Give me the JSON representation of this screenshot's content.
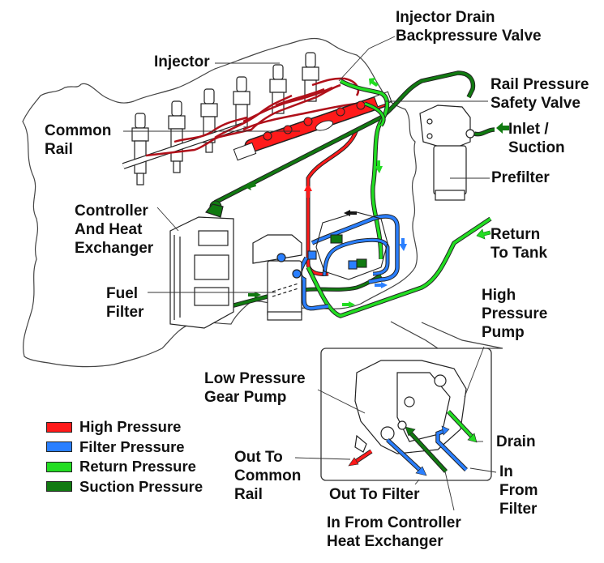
{
  "title": "Common Rail Fuel System",
  "colors": {
    "high_pressure": "#ff1a1a",
    "filter_pressure": "#2a7fff",
    "return_pressure": "#22dd22",
    "suction_pressure": "#117a11",
    "outline": "#222222"
  },
  "labels": {
    "injector": "Injector",
    "injector_drain_valve": "Injector Drain\nBackpressure Valve",
    "common_rail": "Common\nRail",
    "rail_pressure_safety_valve": "Rail Pressure\nSafety Valve",
    "inlet_suction": "Inlet /\nSuction",
    "prefilter": "Prefilter",
    "controller_heat_exchanger": "Controller\nAnd Heat\nExchanger",
    "return_to_tank": "Return\nTo Tank",
    "fuel_filter": "Fuel\nFilter",
    "high_pressure_pump": "High\nPressure\nPump",
    "low_pressure_gear_pump": "Low Pressure\nGear Pump",
    "drain": "Drain",
    "out_to_common_rail": "Out To\nCommon\nRail",
    "in_from_filter": "In\nFrom\nFilter",
    "out_to_filter": "Out To Filter",
    "in_from_controller": "In From Controller\nHeat Exchanger"
  },
  "legend": [
    {
      "label": "High Pressure",
      "color": "#ff1a1a"
    },
    {
      "label": "Filter Pressure",
      "color": "#2a7fff"
    },
    {
      "label": "Return Pressure",
      "color": "#22dd22"
    },
    {
      "label": "Suction Pressure",
      "color": "#117a11"
    }
  ]
}
